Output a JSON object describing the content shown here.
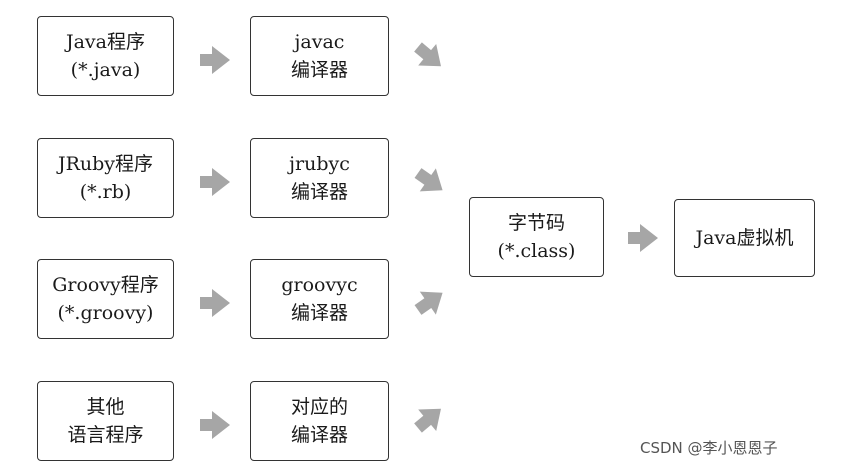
{
  "sources": [
    {
      "line1": "Java程序",
      "line2": "(*.java)"
    },
    {
      "line1": "JRuby程序",
      "line2": "(*.rb)"
    },
    {
      "line1": "Groovy程序",
      "line2": "(*.groovy)"
    },
    {
      "line1": "其他",
      "line2": "语言程序"
    }
  ],
  "compilers": [
    {
      "line1": "javac",
      "line2": "编译器"
    },
    {
      "line1": "jrubyc",
      "line2": "编译器"
    },
    {
      "line1": "groovyc",
      "line2": "编译器"
    },
    {
      "line1": "对应的",
      "line2": "编译器"
    }
  ],
  "bytecode": {
    "line1": "字节码",
    "line2": "(*.class)"
  },
  "jvm": {
    "label": "Java虚拟机"
  },
  "watermark": "CSDN @李小恩恩子",
  "colors": {
    "arrow": "#a6a6a6",
    "border": "#333333"
  }
}
